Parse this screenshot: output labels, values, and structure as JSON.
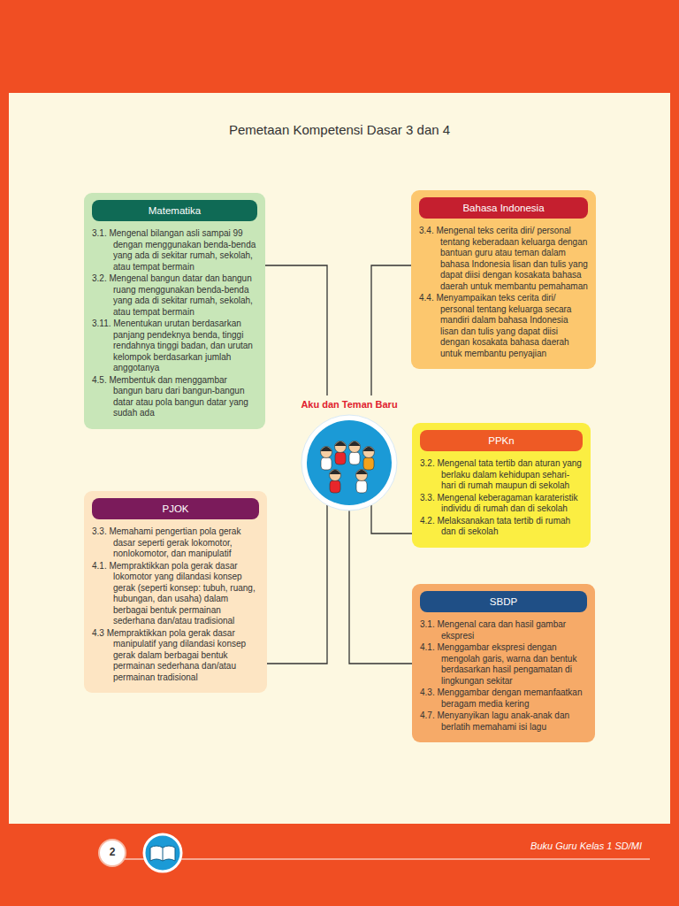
{
  "diagram": {
    "title": "Pemetaan Kompetensi Dasar 3 dan 4",
    "nodes": [
      {
        "text": [
          "Matematika",
          "3.1. Mengenal bilangan asli sampai 99 dengan menggunakan benda-benda yang ada di sekitar rumah, sekolah, atau tempat bermain",
          "3.2. Mengenal bangun datar dan bangun ruang menggunakan benda-benda yang ada di sekitar rumah, sekolah, atau tempat bermain",
          "3.11. Menentukan urutan berdasarkan panjang pendeknya benda, tinggi rendahnya tinggi badan, dan urutan kelompok berdasarkan jumlah anggotanya",
          "4.5. Membentuk dan menggambar bangun baru dari bangun-bangun datar atau pola bangun datar yang sudah ada"
        ]
      },
      {
        "text": [
          "Bahasa Indonesia",
          "3.4. Mengenal teks cerita diri/ personal tentang keberadaan keluarga dengan bantuan guru atau teman dalam bahasa Indonesia lisan dan tulis yang dapat diisi dengan kosakata bahasa daerah untuk membantu pemahaman",
          "4.4. Menyampaikan teks cerita diri/ personal tentang keluarga secara mandiri dalam bahasa Indonesia lisan dan tulis yang dapat diisi dengan kosakata bahasa daerah untuk membantu penyajian"
        ]
      },
      {
        "text": [
          "Aku dan Teman Baru"
        ]
      },
      {
        "text": [
          "PPKn",
          "3.2. Mengenal tata tertib dan aturan yang berlaku dalam kehidupan sehari-hari di rumah maupun di sekolah",
          "3.3. Mengenal keberagaman karateristik individu di rumah dan di sekolah",
          "4.2. Melaksanakan tata tertib di rumah dan di sekolah"
        ]
      },
      {
        "text": [
          "PJOK",
          "3.3. Memahami pengertian pola gerak dasar seperti gerak lokomotor, nonlokomotor, dan manipulatif",
          "4.1. Mempraktikkan pola gerak dasar lokomotor yang dilandasi konsep gerak (seperti konsep: tubuh, ruang, hubungan, dan usaha) dalam berbagai bentuk permainan sederhana dan/atau tradisional",
          "4.3 Mempraktikkan pola gerak dasar manipulatif yang dilandasi konsep gerak dalam berbagai bentuk permainan sederhana dan/atau permainan tradisional"
        ]
      },
      {
        "text": [
          "SBDP",
          "3.1. Mengenal cara dan hasil gambar ekspresi",
          "4.1. Menggambar ekspresi dengan mengolah garis, warna dan bentuk berdasarkan hasil pengamatan di lingkungan sekitar",
          "4.3. Menggambar dengan memanfaatkan beragam media kering",
          "4.7. Menyanyikan lagu anak-anak dan berlatih memahami isi lagu"
        ]
      }
    ],
    "edges": [
      {
        "from": 2,
        "to": 0,
        "arrow": "none"
      },
      {
        "from": 2,
        "to": 1,
        "arrow": "none"
      },
      {
        "from": 2,
        "to": 3,
        "arrow": "none"
      },
      {
        "from": 2,
        "to": 4,
        "arrow": "none"
      },
      {
        "from": 2,
        "to": 5,
        "arrow": "none"
      }
    ],
    "labels": [
      "2",
      "Buku Guru Kelas 1 SD/MI"
    ]
  }
}
